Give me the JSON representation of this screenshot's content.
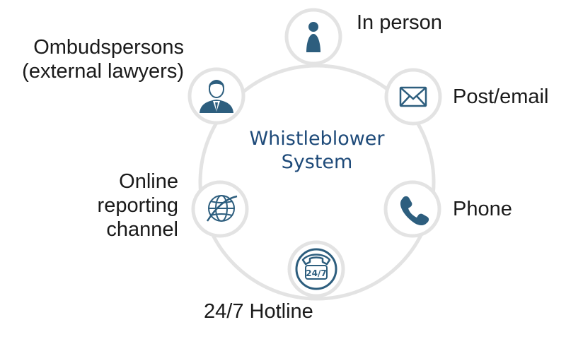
{
  "center": {
    "line1": "Whistleblower",
    "line2": "System"
  },
  "channels": [
    {
      "id": "in-person",
      "label_lines": [
        "In person"
      ],
      "icon": "person-icon"
    },
    {
      "id": "post-email",
      "label_lines": [
        "Post/email"
      ],
      "icon": "envelope-icon"
    },
    {
      "id": "phone",
      "label_lines": [
        "Phone"
      ],
      "icon": "phone-icon"
    },
    {
      "id": "hotline",
      "label_lines": [
        "24/7 Hotline"
      ],
      "icon": "hotline-24-7-icon",
      "icon_text": "24/7"
    },
    {
      "id": "online",
      "label_lines": [
        "Online",
        "reporting",
        "channel"
      ],
      "icon": "globe-icon"
    },
    {
      "id": "ombudspersons",
      "label_lines": [
        "Ombudspersons",
        "(external lawyers)"
      ],
      "icon": "lawyer-avatar-icon"
    }
  ],
  "colors": {
    "ring": "#e3e3e3",
    "icon": "#2d5e7e",
    "title": "#1e4a79",
    "text": "#1a1a1a"
  }
}
